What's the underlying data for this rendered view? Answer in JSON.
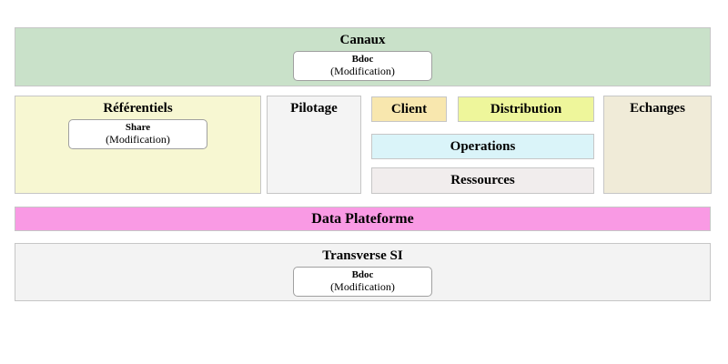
{
  "diagram": {
    "canaux": {
      "title": "Canaux",
      "module": {
        "name": "Bdoc",
        "status": "(Modification)"
      }
    },
    "referentiels": {
      "title": "Référentiels",
      "module": {
        "name": "Share",
        "status": "(Modification)"
      }
    },
    "pilotage": {
      "title": "Pilotage"
    },
    "client": {
      "title": "Client"
    },
    "distribution": {
      "title": "Distribution"
    },
    "operations": {
      "title": "Operations"
    },
    "ressources": {
      "title": "Ressources"
    },
    "echanges": {
      "title": "Echanges"
    },
    "data_plateforme": {
      "title": "Data Plateforme"
    },
    "transverse_si": {
      "title": "Transverse SI",
      "module": {
        "name": "Bdoc",
        "status": "(Modification)"
      }
    }
  },
  "colors": {
    "canaux_bg": "#c9e1c9",
    "referentiels_bg": "#f7f7d2",
    "pilotage_bg": "#f4f4f4",
    "client_bg": "#f8e7ae",
    "distribution_bg": "#eef69b",
    "operations_bg": "#daf4f9",
    "ressources_bg": "#f1eded",
    "echanges_bg": "#f0ebd8",
    "data_plateforme_bg": "#f99ae4",
    "transverse_si_bg": "#f3f3f3",
    "text": "#000000",
    "block_border": "#c6c6c6",
    "chip_border": "#a0a0a0",
    "chip_bg": "#ffffff"
  }
}
